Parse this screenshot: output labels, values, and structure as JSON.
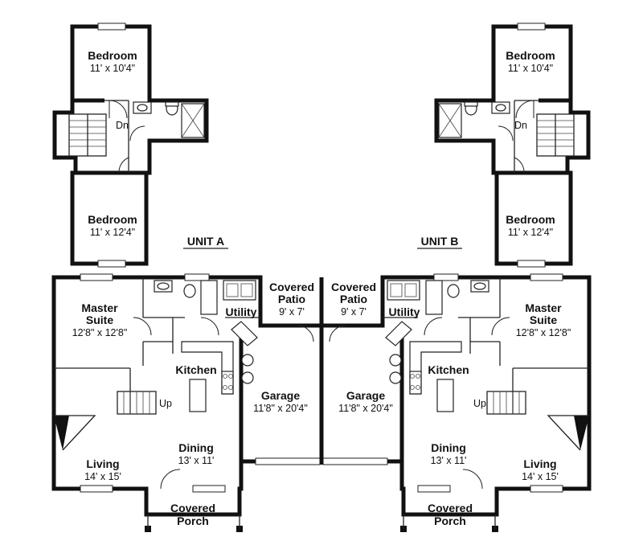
{
  "units": [
    {
      "label": "UNIT A",
      "upper_rooms": [
        {
          "name": "Bedroom",
          "dim": "11' x 10'4\""
        },
        {
          "name": "Bedroom",
          "dim": "11' x 12'4\""
        }
      ],
      "stair_down": "Dn",
      "stair_up": "Up",
      "rooms": [
        {
          "name_lines": [
            "Master",
            "Suite"
          ],
          "dim": "12'8\" x 12'8\""
        },
        {
          "name": "Utility"
        },
        {
          "name_lines": [
            "Covered",
            "Patio"
          ],
          "dim": "9' x 7'"
        },
        {
          "name": "Kitchen"
        },
        {
          "name": "Garage",
          "dim": "11'8\" x 20'4\""
        },
        {
          "name": "Dining",
          "dim": "13' x 11'"
        },
        {
          "name": "Living",
          "dim": "14' x 15'"
        },
        {
          "name_lines": [
            "Covered",
            "Porch"
          ]
        }
      ]
    },
    {
      "label": "UNIT B",
      "upper_rooms": [
        {
          "name": "Bedroom",
          "dim": "11' x 10'4\""
        },
        {
          "name": "Bedroom",
          "dim": "11' x 12'4\""
        }
      ],
      "stair_down": "Dn",
      "stair_up": "Up",
      "rooms": [
        {
          "name_lines": [
            "Master",
            "Suite"
          ],
          "dim": "12'8\" x 12'8\""
        },
        {
          "name": "Utility"
        },
        {
          "name_lines": [
            "Covered",
            "Patio"
          ],
          "dim": "9' x 7'"
        },
        {
          "name": "Kitchen"
        },
        {
          "name": "Garage",
          "dim": "11'8\" x 20'4\""
        },
        {
          "name": "Dining",
          "dim": "13' x 11'"
        },
        {
          "name": "Living",
          "dim": "14' x 15'"
        },
        {
          "name_lines": [
            "Covered",
            "Porch"
          ]
        }
      ]
    }
  ]
}
